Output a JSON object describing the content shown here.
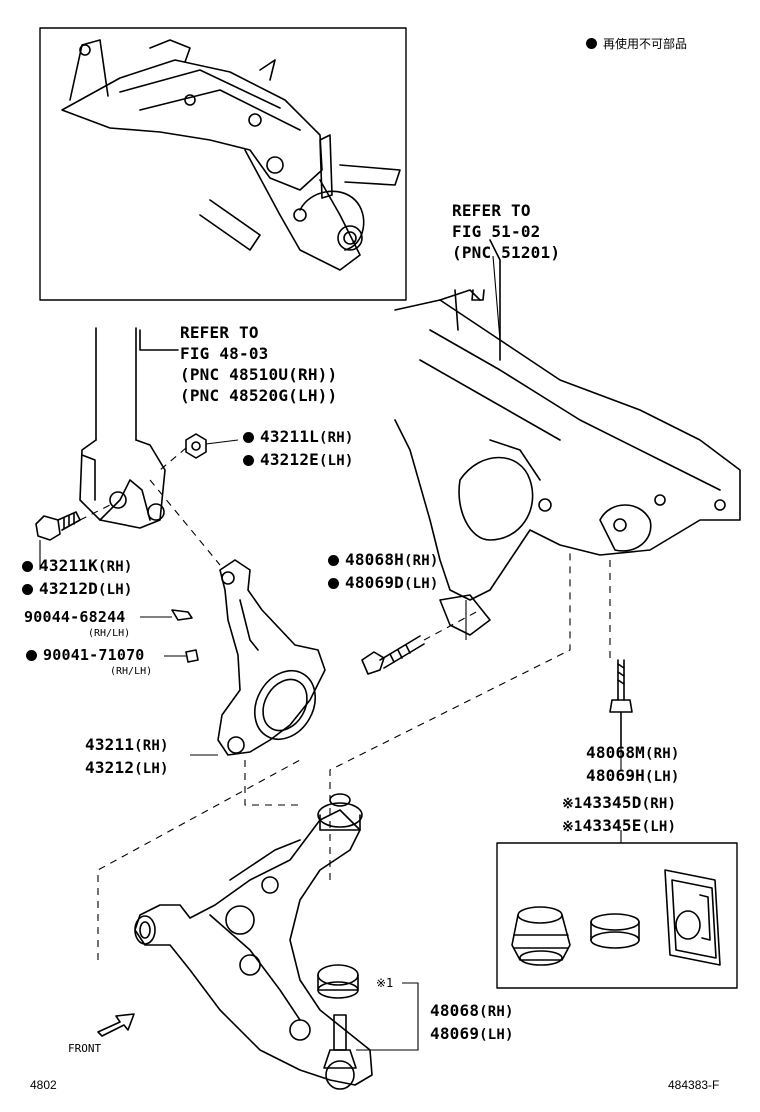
{
  "legend": {
    "text": "再使用不可部品"
  },
  "refer_frame": {
    "line1": "REFER TO",
    "line2": "FIG 51-02",
    "line3": "(PNC 51201)"
  },
  "refer_strut": {
    "line1": "REFER TO",
    "line2": "FIG 48-03",
    "line3": "(PNC 48510U(RH))",
    "line4": "(PNC 48520G(LH))"
  },
  "parts": {
    "nut_upper": [
      {
        "num": "43211L",
        "side": "(RH)"
      },
      {
        "num": "43212E",
        "side": "(LH)"
      }
    ],
    "bolt_upper": [
      {
        "num": "43211K",
        "side": "(RH)"
      },
      {
        "num": "43212D",
        "side": "(LH)"
      }
    ],
    "bolt_arm": [
      {
        "num": "48068H",
        "side": "(RH)"
      },
      {
        "num": "48069D",
        "side": "(LH)"
      }
    ],
    "bolt_frame": [
      {
        "num": "48068M",
        "side": "(RH)"
      },
      {
        "num": "48069H",
        "side": "(LH)"
      }
    ],
    "knuckle": [
      {
        "num": "43211",
        "side": "(RH)"
      },
      {
        "num": "43212",
        "side": "(LH)"
      }
    ],
    "lower_arm": [
      {
        "num": "48068",
        "side": "(RH)"
      },
      {
        "num": "48069",
        "side": "(LH)"
      }
    ],
    "boot_kit": [
      {
        "prefix": "※1",
        "num": "43345D",
        "side": "(RH)"
      },
      {
        "prefix": "※1",
        "num": "43345E",
        "side": "(LH)"
      }
    ],
    "pin": {
      "num": "90044-68244",
      "sub": "(RH/LH)"
    },
    "clip": {
      "num": "90041-71070",
      "sub": "(RH/LH)"
    }
  },
  "callout_mark": "※1",
  "front_label": "FRONT",
  "footer": {
    "left": "4802",
    "right": "484383-F"
  }
}
